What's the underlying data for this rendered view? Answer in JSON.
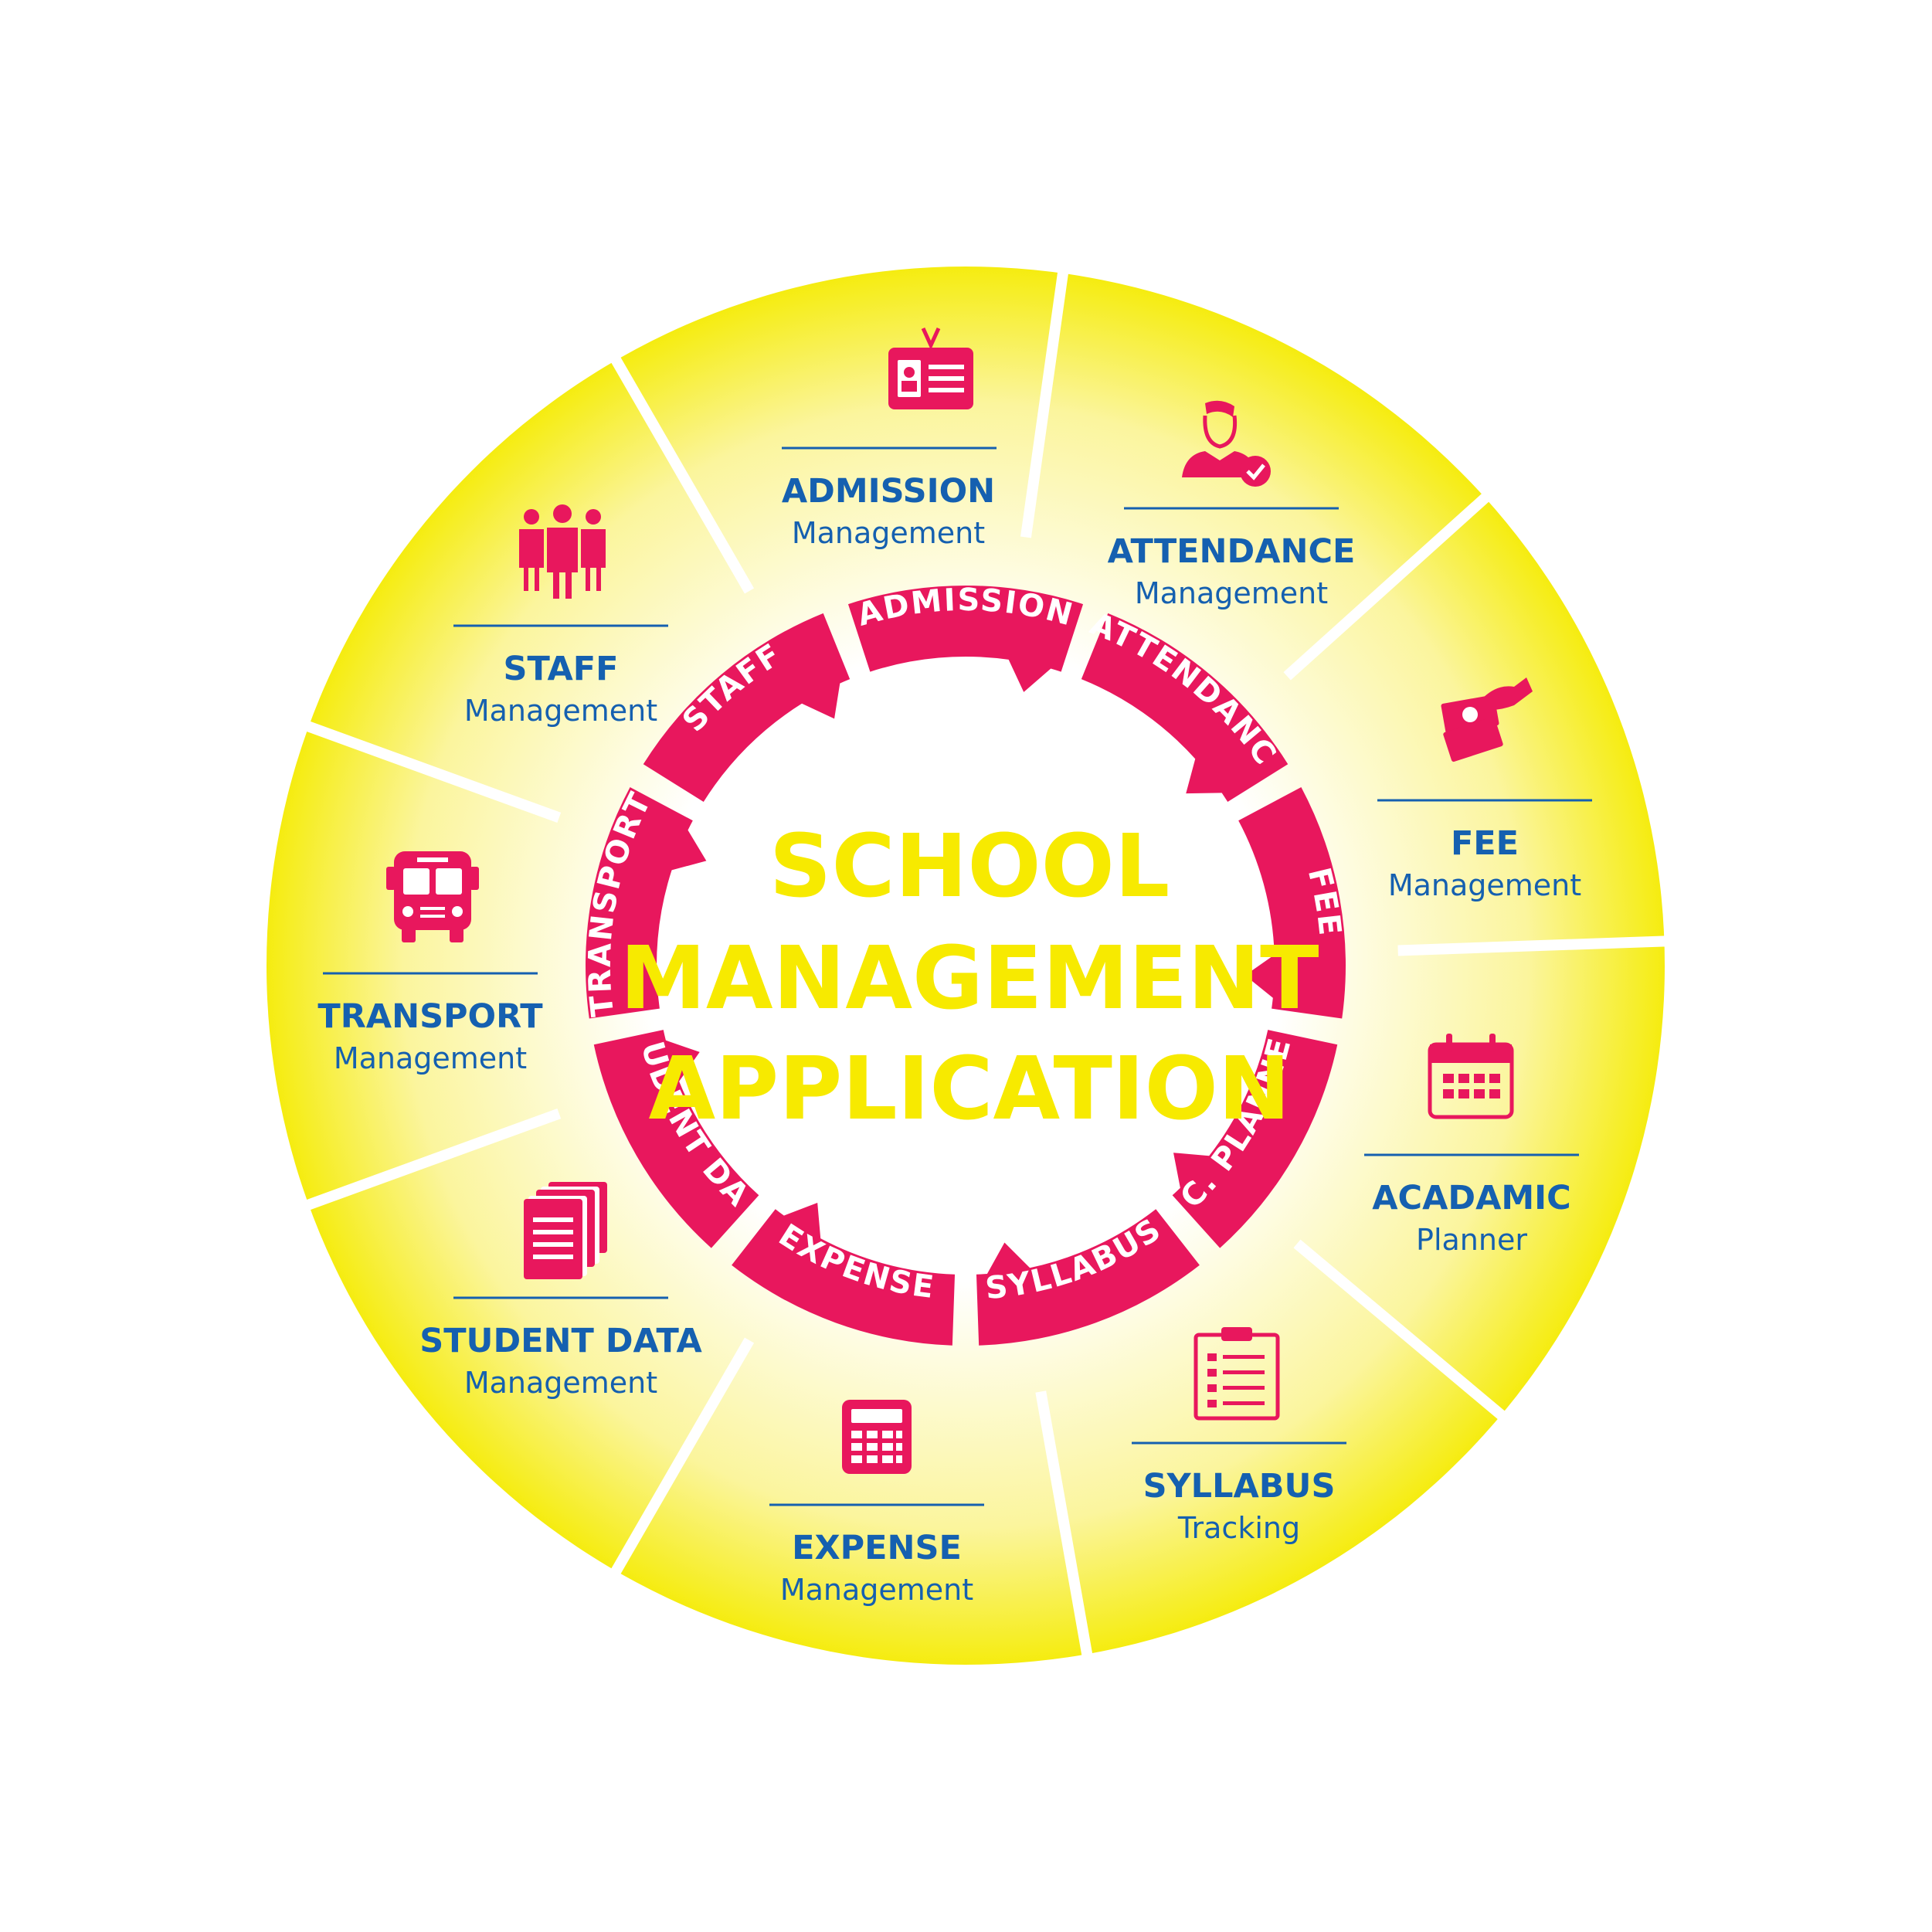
{
  "center_title": [
    "SCHOOL",
    "MANAGEMENT",
    "APPLICATION"
  ],
  "ring": [
    "ADMISSION",
    "ATTENDANCE",
    "FEE",
    "AC. PLANNER",
    "SYLLABUS",
    "EXPENSE",
    "STUDENT DATA",
    "TRANSPORT",
    "STAFF"
  ],
  "modules": [
    {
      "title": "ADMISSION",
      "subtitle": "Management",
      "icon": "id-badge-icon"
    },
    {
      "title": "ATTENDANCE",
      "subtitle": "Management",
      "icon": "user-check-icon"
    },
    {
      "title": "FEE",
      "subtitle": "Management",
      "icon": "hand-money-icon"
    },
    {
      "title": "ACADAMIC",
      "subtitle": "Planner",
      "icon": "calendar-icon"
    },
    {
      "title": "SYLLABUS",
      "subtitle": "Tracking",
      "icon": "clipboard-checklist-icon"
    },
    {
      "title": "EXPENSE",
      "subtitle": "Management",
      "icon": "calculator-icon"
    },
    {
      "title": "STUDENT DATA",
      "subtitle": "Management",
      "icon": "documents-icon"
    },
    {
      "title": "TRANSPORT",
      "subtitle": "Management",
      "icon": "bus-icon"
    },
    {
      "title": "STAFF",
      "subtitle": "Management",
      "icon": "staff-group-icon"
    }
  ],
  "colors": {
    "accent": "#e8175d",
    "title_yellow": "#f7ea00",
    "text_blue": "#1560b0",
    "wheel_yellow": "#f5ec0c"
  }
}
